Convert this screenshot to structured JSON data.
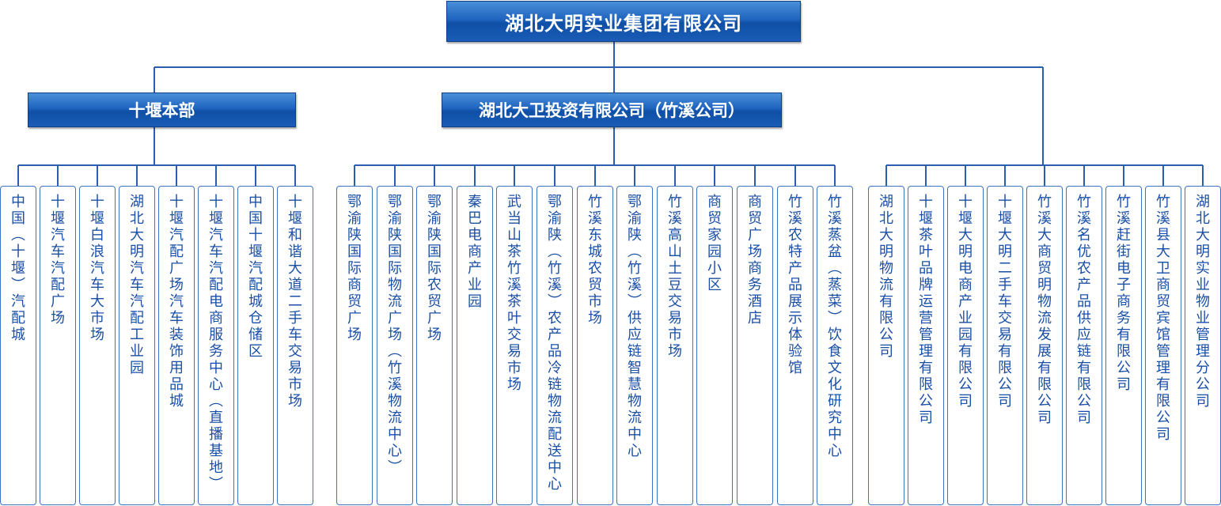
{
  "root": "湖北大明实业集团有限公司",
  "branches": [
    {
      "title": "十堰本部",
      "units": [
        "中国︵十堰︶汽配城",
        "十堰汽车汽配广场",
        "十堰白浪汽车大市场",
        "湖北大明汽车汽配工业园",
        "十堰汽配广场汽车装饰用品城",
        "十堰汽车汽配电商服务中心︵直播基地︶",
        "中国十堰汽配城仓储区",
        "十堰和谐大道二手车交易市场"
      ]
    },
    {
      "title": "湖北大卫投资有限公司（竹溪公司）",
      "units": [
        "鄂渝陕国际商贸广场",
        "鄂渝陕国际物流广场︵竹溪物流中心︶",
        "鄂渝陕国际农贸广场",
        "秦巴电商产业园",
        "武当山茶竹溪茶叶交易市场",
        "鄂渝陕︵竹溪︶农产品冷链物流配送中心",
        "竹溪东城农贸市场",
        "鄂渝陕︵竹溪︶供应链智慧物流中心",
        "竹溪高山土豆交易市场",
        "商贸家园小区",
        "商贸广场商务酒店",
        "竹溪农特产品展示体验馆",
        "竹溪蒸盆︵蒸菜︶饮食文化研究中心"
      ]
    },
    {
      "title": "",
      "units": [
        "湖北大明物流有限公司",
        "十堰茶叶品牌运营管理有限公司",
        "十堰大明电商产业园有限公司",
        "十堰大明二手车交易有限公司",
        "竹溪大商贸明物流发展有限公司",
        "竹溪名优农产品供应链有限公司",
        "竹溪赶街电子商务有限公司",
        "竹溪县大卫商贸宾馆管理有限公司",
        "湖北大明实业物业管理分公司"
      ]
    }
  ],
  "colors": {
    "header": "#1f64bf",
    "line": "#2a5fb0",
    "leaf_text": "#1a4fa6",
    "leaf_border": "#3c73c3"
  }
}
